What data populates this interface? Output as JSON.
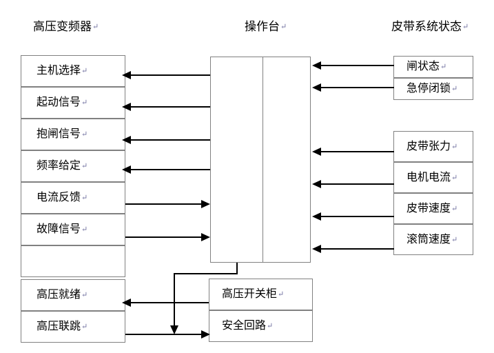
{
  "diagram": {
    "titles": {
      "left": "高压变频器",
      "center": "操作台",
      "right": "皮带系统状态"
    },
    "pilcrow": "↵",
    "left_column": {
      "rows": [
        {
          "label": "主机选择",
          "direction": "to-left"
        },
        {
          "label": "起动信号",
          "direction": "to-left"
        },
        {
          "label": "抱闸信号",
          "direction": "to-left"
        },
        {
          "label": "频率给定",
          "direction": "to-left"
        },
        {
          "label": "电流反馈",
          "direction": "to-right"
        },
        {
          "label": "故障信号",
          "direction": "to-right"
        },
        {
          "label": "",
          "direction": "none"
        },
        {
          "label": "高压就绪",
          "direction": "to-left"
        },
        {
          "label": "高压联跳",
          "direction": "to-right"
        }
      ]
    },
    "right_column_top": {
      "rows": [
        {
          "label": "闸状态",
          "direction": "to-left"
        },
        {
          "label": "急停闭锁",
          "direction": "to-left"
        }
      ]
    },
    "right_column_bottom": {
      "rows": [
        {
          "label": "皮带张力",
          "direction": "to-left"
        },
        {
          "label": "电机电流",
          "direction": "to-left"
        },
        {
          "label": "皮带速度",
          "direction": "to-left"
        },
        {
          "label": "滚筒速度",
          "direction": "to-left"
        }
      ]
    },
    "bottom_center": {
      "rows": [
        {
          "label": "高压开关柜"
        },
        {
          "label": "安全回路"
        }
      ]
    },
    "colors": {
      "border": "#808080",
      "line": "#000000",
      "background": "#ffffff"
    }
  }
}
